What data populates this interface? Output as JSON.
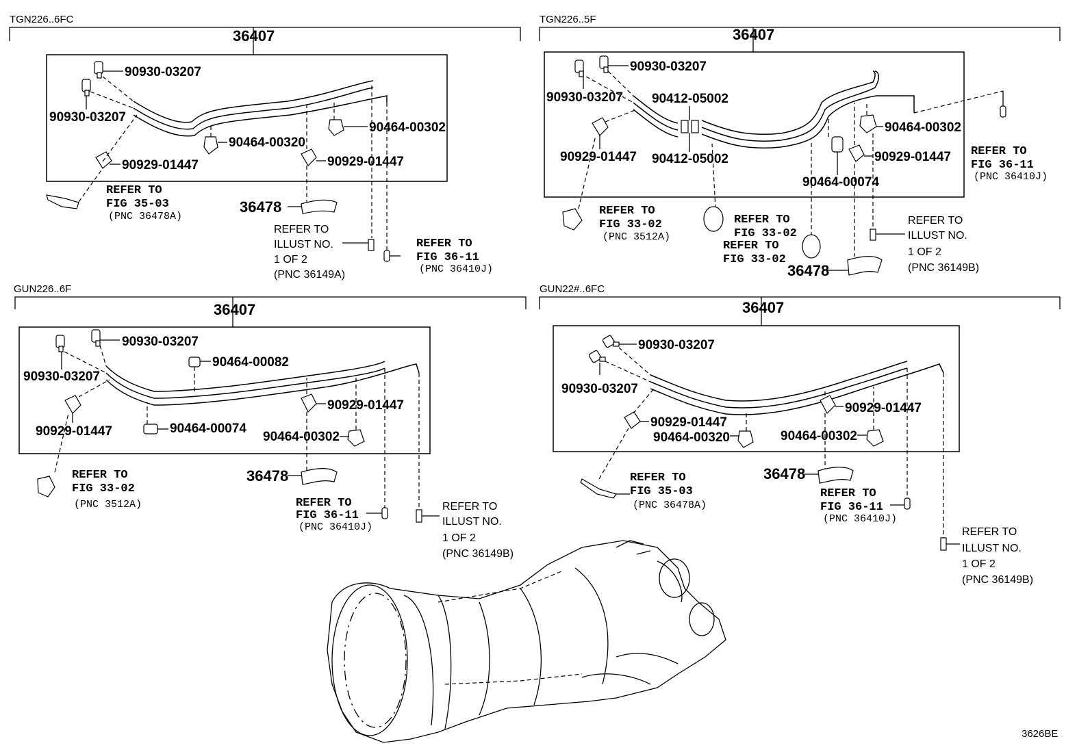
{
  "footer_code": "3626BE",
  "quadrants": [
    {
      "model": "TGN226..6FC",
      "assembly": "36407",
      "labels": {
        "a": "90930-03207",
        "b": "90930-03207",
        "c": "90929-01447",
        "d": "90464-00320",
        "e": "90929-01447",
        "f": "90464-00302",
        "g": "36478"
      },
      "ref1": {
        "l1": "REFER TO",
        "l2": "FIG 35-03",
        "l3": "(PNC 36478A)"
      },
      "ref2": {
        "l1": "REFER TO",
        "l2": "ILLUST NO.",
        "l3": "1 OF 2",
        "l4": "(PNC 36149A)"
      },
      "ref3": {
        "l1": "REFER TO",
        "l2": "FIG 36-11",
        "l3": "(PNC 36410J)"
      }
    },
    {
      "model": "TGN226..5F",
      "assembly": "36407",
      "labels": {
        "a": "90930-03207",
        "b": "90930-03207",
        "c": "90929-01447",
        "d": "90412-05002",
        "e": "90412-05002",
        "f": "90464-00302",
        "g": "90929-01447",
        "h": "90464-00074",
        "i": "36478"
      },
      "ref1": {
        "l1": "REFER TO",
        "l2": "FIG 33-02",
        "l3": "(PNC 3512A)"
      },
      "ref2": {
        "l1": "REFER TO",
        "l2": "FIG 33-02"
      },
      "ref3": {
        "l1": "REFER TO",
        "l2": "FIG 33-02"
      },
      "ref4": {
        "l1": "REFER TO",
        "l2": "FIG 36-11",
        "l3": "(PNC 36410J)"
      },
      "ref5": {
        "l1": "REFER TO",
        "l2": "ILLUST NO.",
        "l3": "1 OF 2",
        "l4": "(PNC 36149B)"
      }
    },
    {
      "model": "GUN226..6F",
      "assembly": "36407",
      "labels": {
        "a": "90930-03207",
        "b": "90930-03207",
        "c": "90464-00082",
        "d": "90929-01447",
        "e": "90464-00074",
        "f": "90929-01447",
        "g": "90464-00302",
        "h": "36478"
      },
      "ref1": {
        "l1": "REFER TO",
        "l2": "FIG 33-02",
        "l3": "(PNC 3512A)"
      },
      "ref2": {
        "l1": "REFER TO",
        "l2": "FIG 36-11",
        "l3": "(PNC 36410J)"
      },
      "ref3": {
        "l1": "REFER TO",
        "l2": "ILLUST NO.",
        "l3": "1 OF 2",
        "l4": "(PNC 36149B)"
      }
    },
    {
      "model": "GUN22#..6FC",
      "assembly": "36407",
      "labels": {
        "a": "90930-03207",
        "b": "90930-03207",
        "c": "90929-01447",
        "d": "90464-00320",
        "e": "90929-01447",
        "f": "90464-00302",
        "g": "36478"
      },
      "ref1": {
        "l1": "REFER TO",
        "l2": "FIG 35-03",
        "l3": "(PNC 36478A)"
      },
      "ref2": {
        "l1": "REFER TO",
        "l2": "FIG 36-11",
        "l3": "(PNC 36410J)"
      },
      "ref3": {
        "l1": "REFER TO",
        "l2": "ILLUST NO.",
        "l3": "1 OF 2",
        "l4": "(PNC 36149B)"
      }
    }
  ]
}
